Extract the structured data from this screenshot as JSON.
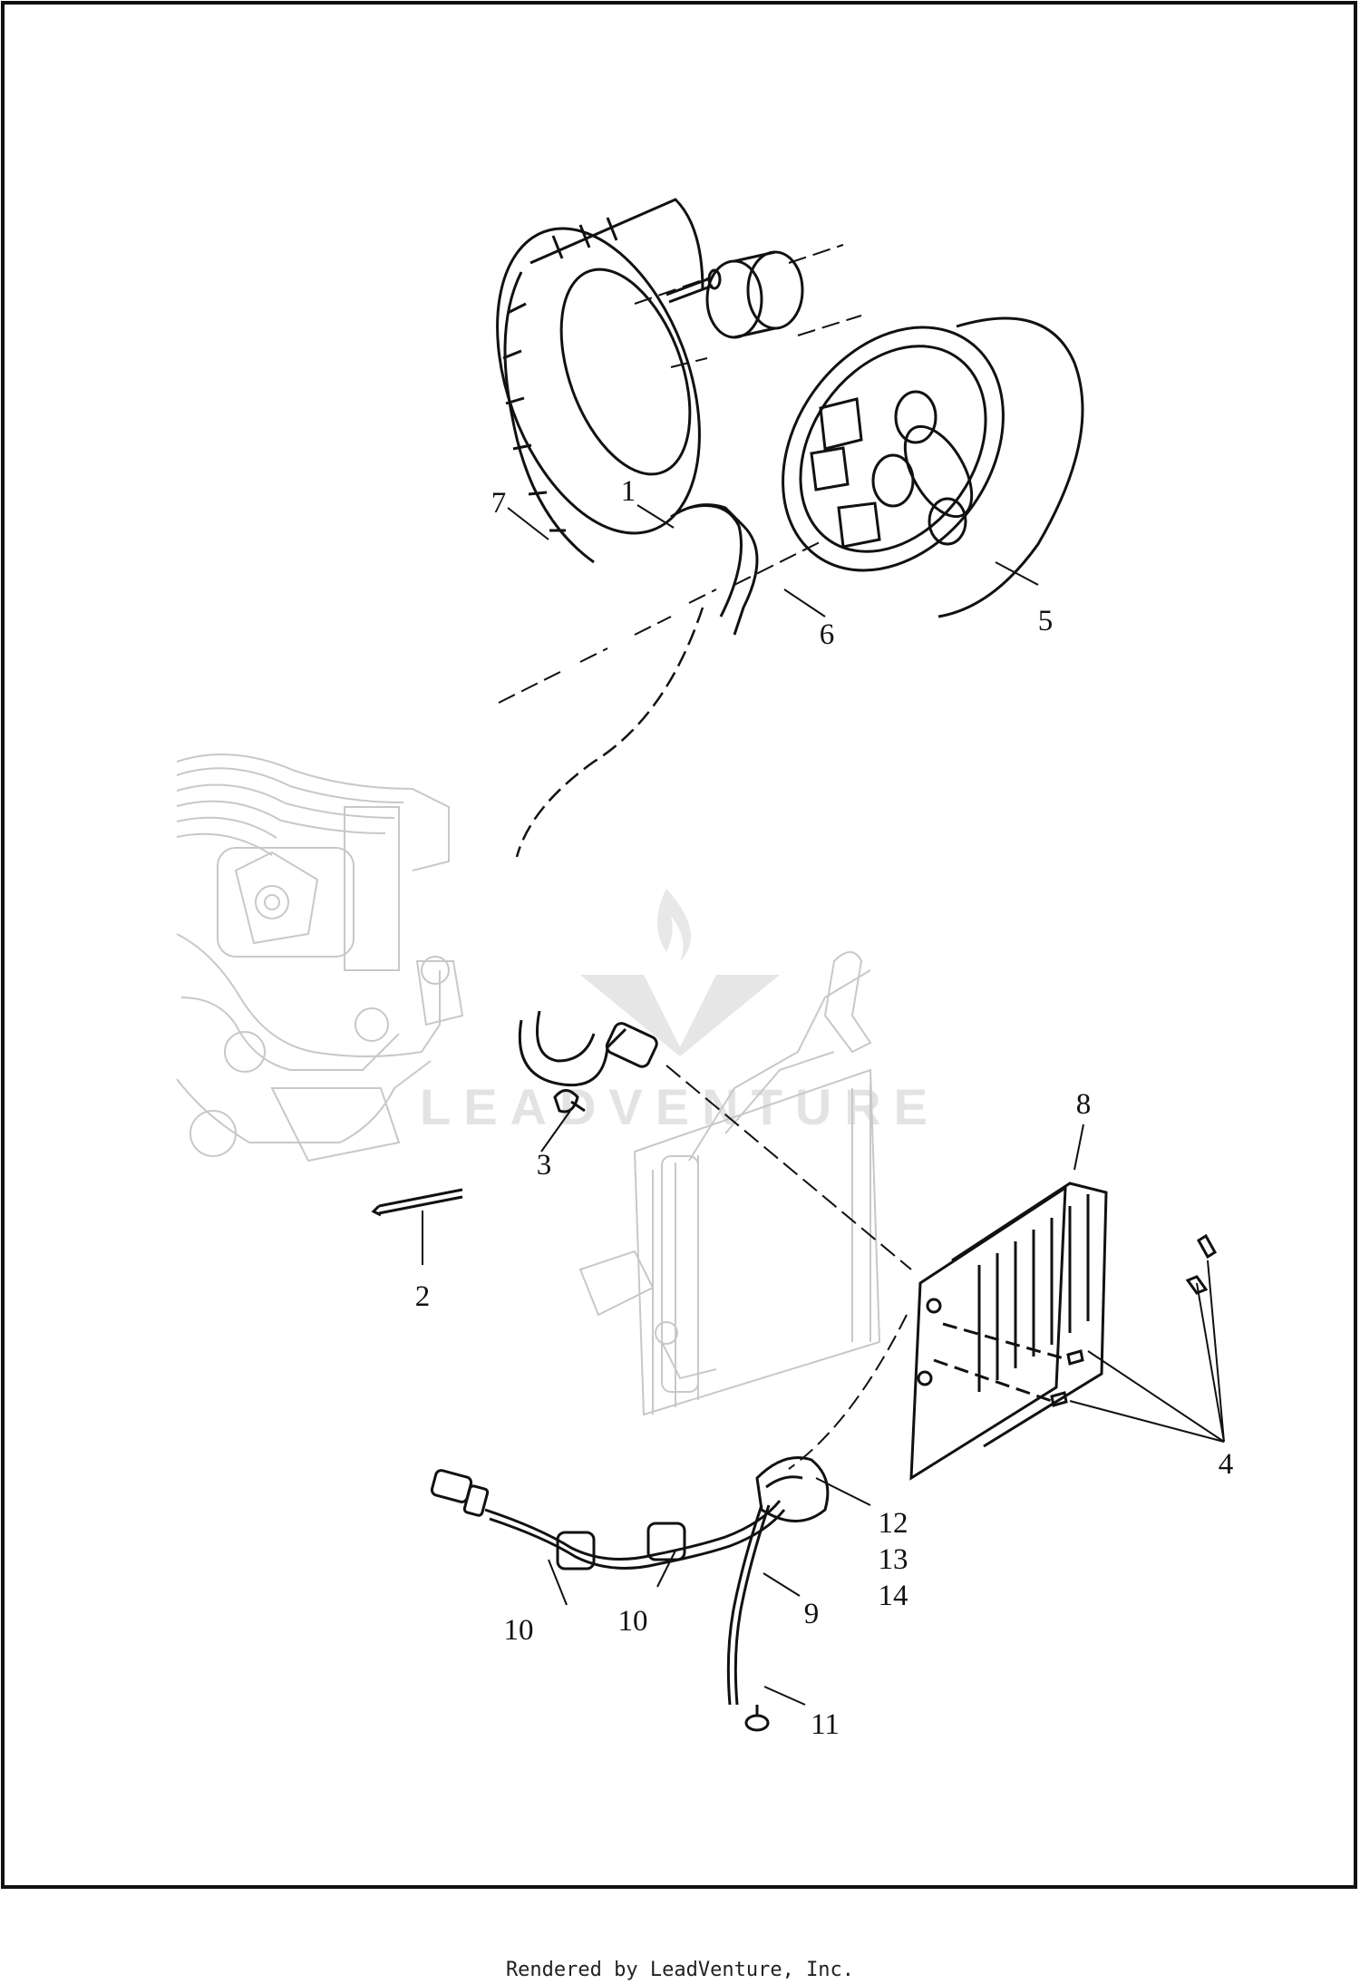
{
  "diagram": {
    "callouts": [
      {
        "id": "1",
        "label": "1"
      },
      {
        "id": "2",
        "label": "2"
      },
      {
        "id": "3",
        "label": "3"
      },
      {
        "id": "4",
        "label": "4"
      },
      {
        "id": "5",
        "label": "5"
      },
      {
        "id": "6",
        "label": "6"
      },
      {
        "id": "7",
        "label": "7"
      },
      {
        "id": "8",
        "label": "8"
      },
      {
        "id": "9",
        "label": "9"
      },
      {
        "id": "10a",
        "label": "10"
      },
      {
        "id": "10b",
        "label": "10"
      },
      {
        "id": "11",
        "label": "11"
      },
      {
        "id": "12",
        "label": "12"
      },
      {
        "id": "13",
        "label": "13"
      },
      {
        "id": "14",
        "label": "14"
      }
    ],
    "watermark": "LEADVENTURE"
  },
  "footer": {
    "text": "Rendered by LeadVenture, Inc."
  }
}
